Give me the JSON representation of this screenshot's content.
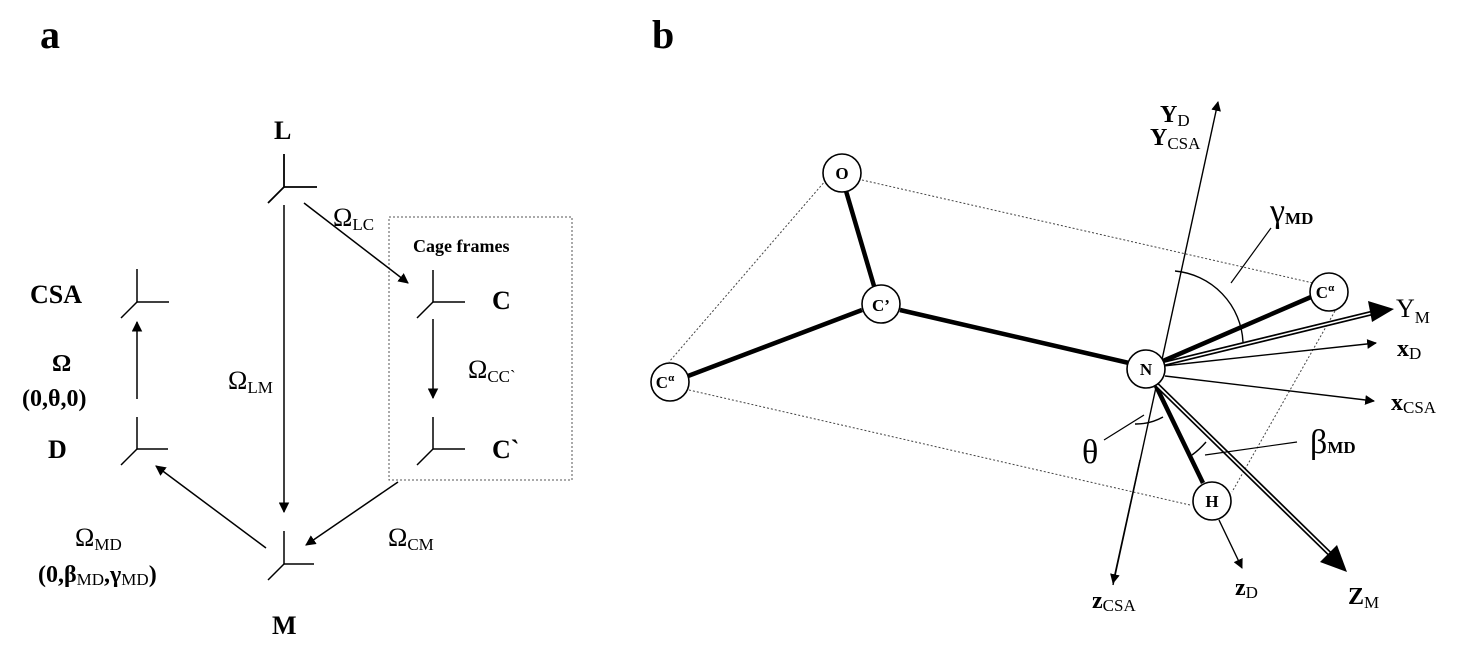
{
  "panel_a": {
    "label": "a",
    "frames": {
      "L": "L",
      "CSA": "CSA",
      "D": "D",
      "M": "M",
      "C": "C",
      "C_prime": "C`"
    },
    "cage_title": "Cage frames",
    "transforms": {
      "LC": {
        "symbol": "Ω",
        "sub": "LC"
      },
      "LM": {
        "symbol": "Ω",
        "sub": "LM"
      },
      "CC": {
        "symbol": "Ω",
        "sub": "CC`"
      },
      "CM": {
        "symbol": "Ω",
        "sub": "CM"
      },
      "MD": {
        "symbol": "Ω",
        "sub": "MD",
        "params_open": "(0,β",
        "params_sub1": "MD",
        "params_mid": ",γ",
        "params_sub2": "MD",
        "params_close": ")"
      },
      "DCSA": {
        "symbol": "Ω",
        "params": "(0,θ,0)"
      }
    }
  },
  "panel_b": {
    "label": "b",
    "atoms": {
      "O": "O",
      "C_prime": "C’",
      "C_alpha_left": "C",
      "C_alpha_right": "C",
      "alpha_sup": "α",
      "N": "N",
      "H": "H"
    },
    "axes": {
      "Y_D": {
        "main": "Y",
        "sub": "D"
      },
      "Y_CSA": {
        "main": "Y",
        "sub": "CSA"
      },
      "Y_M": {
        "main": "Y",
        "sub": "M"
      },
      "X_D": {
        "main": "x",
        "sub": "D"
      },
      "X_CSA": {
        "main": "x",
        "sub": "CSA"
      },
      "Z_CSA": {
        "main": "z",
        "sub": "CSA"
      },
      "Z_D": {
        "main": "z",
        "sub": "D"
      },
      "Z_M": {
        "main": "Z",
        "sub": "M"
      }
    },
    "angles": {
      "gamma": {
        "symbol": "γ",
        "sub": "MD"
      },
      "beta": {
        "symbol": "β",
        "sub": "MD"
      },
      "theta": {
        "symbol": "θ"
      }
    }
  }
}
